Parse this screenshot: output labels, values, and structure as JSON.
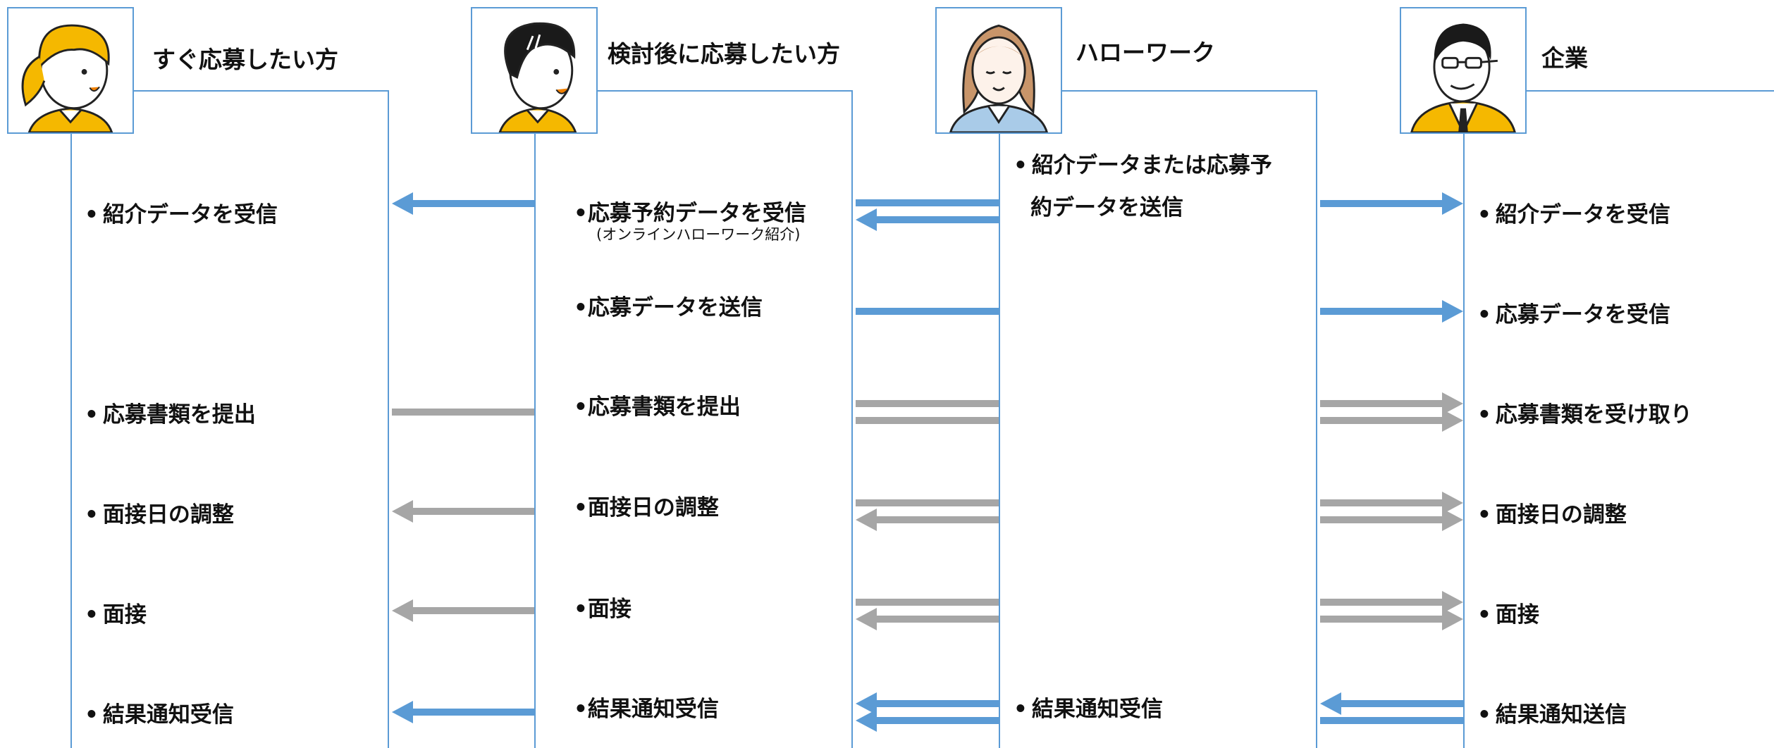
{
  "colors": {
    "blue": "#5b9bd5",
    "gray": "#a6a6a6",
    "line": "#5b9bd5",
    "yellow": "#f5b800"
  },
  "actors": [
    {
      "id": "applicant-now",
      "name": "すぐ応募したい方",
      "icon": "woman-applicant-icon"
    },
    {
      "id": "applicant-later",
      "name": "検討後に応募したい方",
      "icon": "man-applicant-icon"
    },
    {
      "id": "hellowork",
      "name": "ハローワーク",
      "icon": "hellowork-staff-icon"
    },
    {
      "id": "company",
      "name": "企業",
      "icon": "company-person-icon"
    }
  ],
  "labels": {
    "col1": [
      "紹介データを受信",
      "応募書類を提出",
      "面接日の調整",
      "面接",
      "結果通知受信"
    ],
    "col2": [
      "応募予約データを受信",
      "応募データを送信",
      "応募書類を提出",
      "面接日の調整",
      "面接",
      "結果通知受信"
    ],
    "col2_note": "(オンラインハローワーク紹介)",
    "col3_line1": "紹介データまたは応募予",
    "col3_line2": "約データを送信",
    "col3_bottom": "結果通知受信",
    "col4": [
      "紹介データを受信",
      "応募データを受信",
      "応募書類を受け取り",
      "面接日の調整",
      "面接",
      "結果通知送信"
    ]
  },
  "bullet": "•",
  "flows": [
    {
      "gap": "g1",
      "step": "intro",
      "color": "blue",
      "dir": "left",
      "style": "single"
    },
    {
      "gap": "g2",
      "step": "reserve",
      "color": "blue",
      "dir": "left",
      "style": "double-lower"
    },
    {
      "gap": "g3",
      "step": "intro",
      "color": "blue",
      "dir": "right",
      "style": "single"
    },
    {
      "gap": "g2",
      "step": "apply",
      "color": "blue",
      "dir": "none",
      "style": "single"
    },
    {
      "gap": "g3",
      "step": "apply",
      "color": "blue",
      "dir": "right",
      "style": "single"
    },
    {
      "gap": "g1",
      "step": "docs",
      "color": "gray",
      "dir": "none",
      "style": "single"
    },
    {
      "gap": "g2",
      "step": "docs",
      "color": "gray",
      "dir": "none",
      "style": "double"
    },
    {
      "gap": "g3",
      "step": "docs",
      "color": "gray",
      "dir": "right",
      "style": "double"
    },
    {
      "gap": "g1",
      "step": "schedule",
      "color": "gray",
      "dir": "left",
      "style": "single"
    },
    {
      "gap": "g2",
      "step": "schedule",
      "color": "gray",
      "dir": "left",
      "style": "double-lower"
    },
    {
      "gap": "g3",
      "step": "schedule",
      "color": "gray",
      "dir": "right",
      "style": "double"
    },
    {
      "gap": "g1",
      "step": "interview",
      "color": "gray",
      "dir": "left",
      "style": "single"
    },
    {
      "gap": "g2",
      "step": "interview",
      "color": "gray",
      "dir": "left",
      "style": "double-lower"
    },
    {
      "gap": "g3",
      "step": "interview",
      "color": "gray",
      "dir": "right",
      "style": "double"
    },
    {
      "gap": "g1",
      "step": "result",
      "color": "blue",
      "dir": "left",
      "style": "single"
    },
    {
      "gap": "g2",
      "step": "result",
      "color": "blue",
      "dir": "left",
      "style": "double"
    },
    {
      "gap": "g3",
      "step": "result",
      "color": "blue",
      "dir": "left",
      "style": "double-upper"
    }
  ]
}
